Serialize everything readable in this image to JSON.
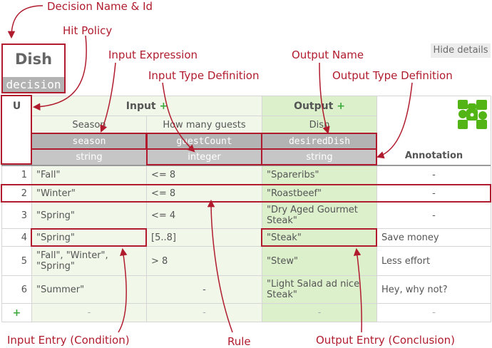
{
  "annotations": {
    "decision_name_id": "Decision Name & Id",
    "hit_policy": "Hit Policy",
    "input_expression": "Input Expression",
    "input_type_definition": "Input Type Definition",
    "output_name": "Output Name",
    "output_type_definition": "Output Type Definition",
    "input_entry": "Input Entry (Condition)",
    "rule": "Rule",
    "output_entry": "Output Entry (Conclusion)"
  },
  "toolbar": {
    "hide_details": "Hide details"
  },
  "decision": {
    "name": "Dish",
    "id": "decision"
  },
  "table": {
    "hit_policy": "U",
    "input_header": "Input",
    "output_header": "Output",
    "add_symbol": "+",
    "annotation_header": "Annotation",
    "inputs": [
      {
        "label": "Season",
        "expression": "season",
        "type": "string"
      },
      {
        "label": "How many guests",
        "expression": "guestCount",
        "type": "integer"
      }
    ],
    "output": {
      "label": "Dish",
      "name": "desiredDish",
      "type": "string"
    },
    "rules": [
      {
        "id": "1",
        "season": "\"Fall\"",
        "guests": "<= 8",
        "dish": "\"Spareribs\"",
        "annotation": "-"
      },
      {
        "id": "2",
        "season": "\"Winter\"",
        "guests": "<= 8",
        "dish": "\"Roastbeef\"",
        "annotation": "-"
      },
      {
        "id": "3",
        "season": "\"Spring\"",
        "guests": "<= 4",
        "dish": "\"Dry Aged Gourmet Steak\"",
        "annotation": "-"
      },
      {
        "id": "4",
        "season": "\"Spring\"",
        "guests": "[5..8]",
        "dish": "\"Steak\"",
        "annotation": "Save money"
      },
      {
        "id": "5",
        "season": "\"Fall\", \"Winter\", \"Spring\"",
        "guests": "> 8",
        "dish": "\"Stew\"",
        "annotation": "Less effort"
      },
      {
        "id": "6",
        "season": "\"Summer\"",
        "guests": "-",
        "dish": "\"Light Salad ad nice Steak\"",
        "annotation": "Hey, why not?"
      }
    ],
    "add_row": {
      "symbol": "+",
      "season": "-",
      "guests": "-",
      "dish": "-",
      "annotation": "-"
    }
  },
  "colors": {
    "annotation_red": "#b01c2e",
    "input_bg": "#f1f8e9",
    "output_bg": "#dcf0cc",
    "add_green": "#3caa3c",
    "logo_green": "#52b415"
  }
}
